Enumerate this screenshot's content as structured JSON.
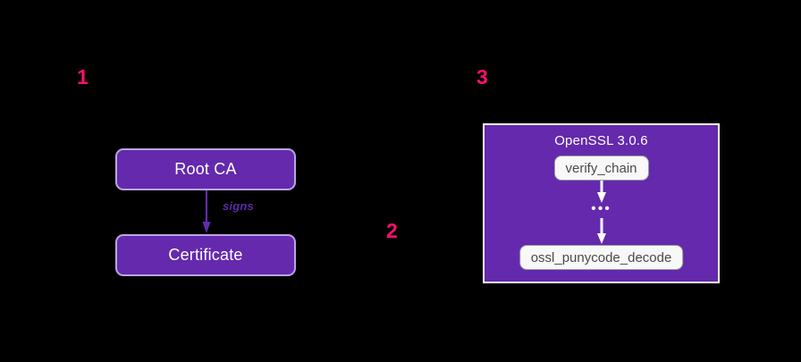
{
  "diagram": {
    "background_color": "#000000",
    "accent_marker_color": "#ff0f6e",
    "node_fill_color": "#6429ad",
    "node_border_color": "#b9a5e0",
    "panel_border_color": "#ffffff",
    "function_box_fill_color": "#f8f8f8",
    "function_box_text_color": "#4a4a4a"
  },
  "markers": {
    "one": "1",
    "two": "2",
    "three": "3"
  },
  "cert_chain": {
    "root_ca_label": "Root CA",
    "certificate_label": "Certificate",
    "edge_label": "signs"
  },
  "openssl_panel": {
    "title": "OpenSSL 3.0.6",
    "call_stack": [
      {
        "label": "verify_chain"
      },
      {
        "label": "ossl_punycode_decode"
      }
    ],
    "ellipsis": "•••"
  }
}
